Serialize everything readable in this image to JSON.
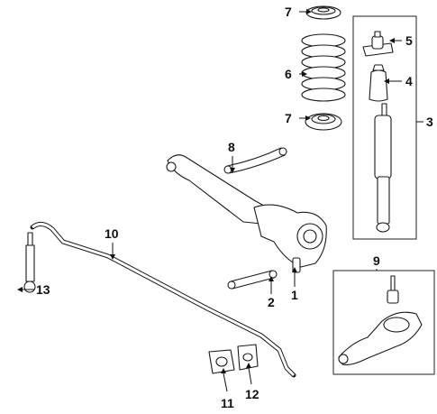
{
  "diagram": {
    "callouts": {
      "c1": "1",
      "c2": "2",
      "c3": "3",
      "c4": "4",
      "c5": "5",
      "c6": "6",
      "c7_top": "7",
      "c7_bottom": "7",
      "c8": "8",
      "c9": "9",
      "c10": "10",
      "c11": "11",
      "c12": "12",
      "c13": "13"
    }
  }
}
